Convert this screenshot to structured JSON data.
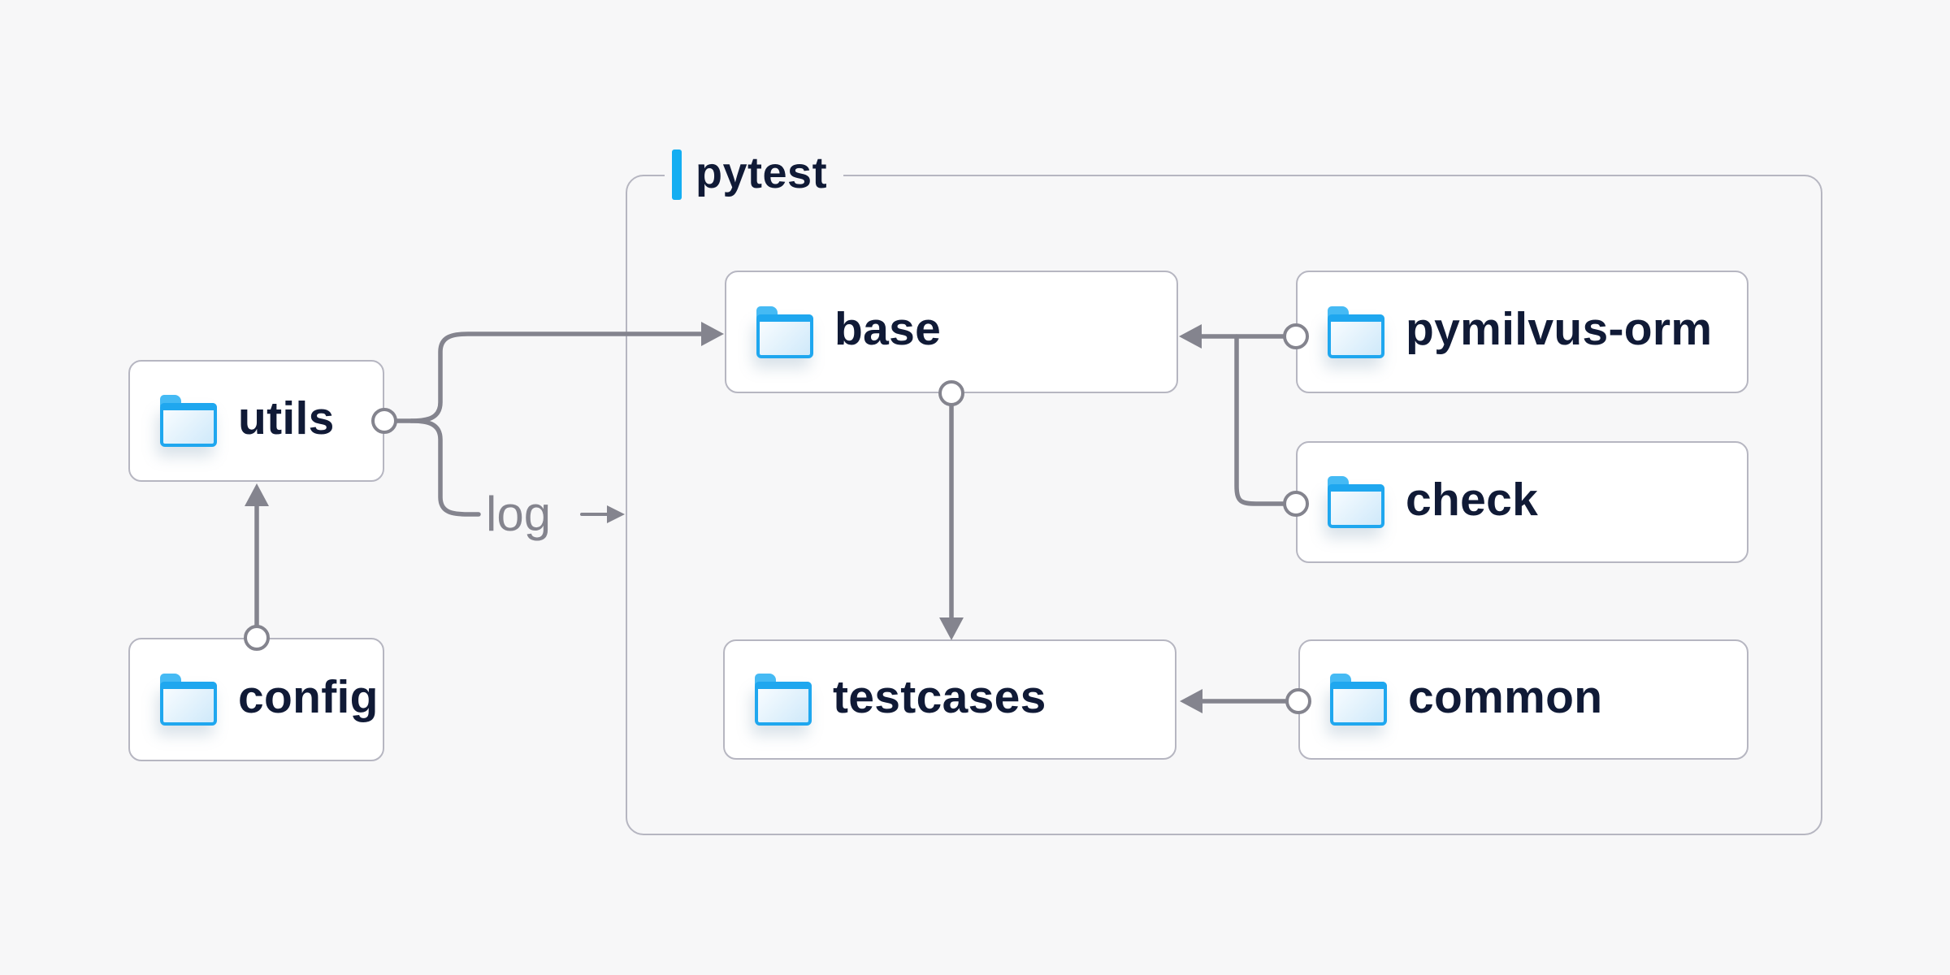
{
  "background": "#f7f7f8",
  "colors": {
    "accent_blue": "#14aef2",
    "navy_text": "#101a36",
    "connector_gray": "#84848e",
    "box_border": "#b6b6c1",
    "folder_blue": "#1fa7ef",
    "node_fill": "#ffffff"
  },
  "diagram": {
    "group": {
      "label": "pytest"
    },
    "nodes": [
      {
        "id": "utils",
        "label": "utils"
      },
      {
        "id": "config",
        "label": "config"
      },
      {
        "id": "base",
        "label": "base"
      },
      {
        "id": "pymilvus-orm",
        "label": "pymilvus-orm"
      },
      {
        "id": "check",
        "label": "check"
      },
      {
        "id": "testcases",
        "label": "testcases"
      },
      {
        "id": "common",
        "label": "common"
      }
    ],
    "edge_label": "log",
    "edges": [
      {
        "from": "config",
        "to": "utils",
        "type": "arrow"
      },
      {
        "from": "utils",
        "to": "base",
        "type": "arrow"
      },
      {
        "from": "utils",
        "to": "log",
        "type": "labeled-arrow",
        "label": "log"
      },
      {
        "from": "base",
        "to": "testcases",
        "type": "arrow"
      },
      {
        "from": "pymilvus-orm",
        "to": "base",
        "type": "arrow"
      },
      {
        "from": "check",
        "to": "base",
        "type": "arrow-join"
      },
      {
        "from": "common",
        "to": "testcases",
        "type": "arrow"
      }
    ]
  }
}
